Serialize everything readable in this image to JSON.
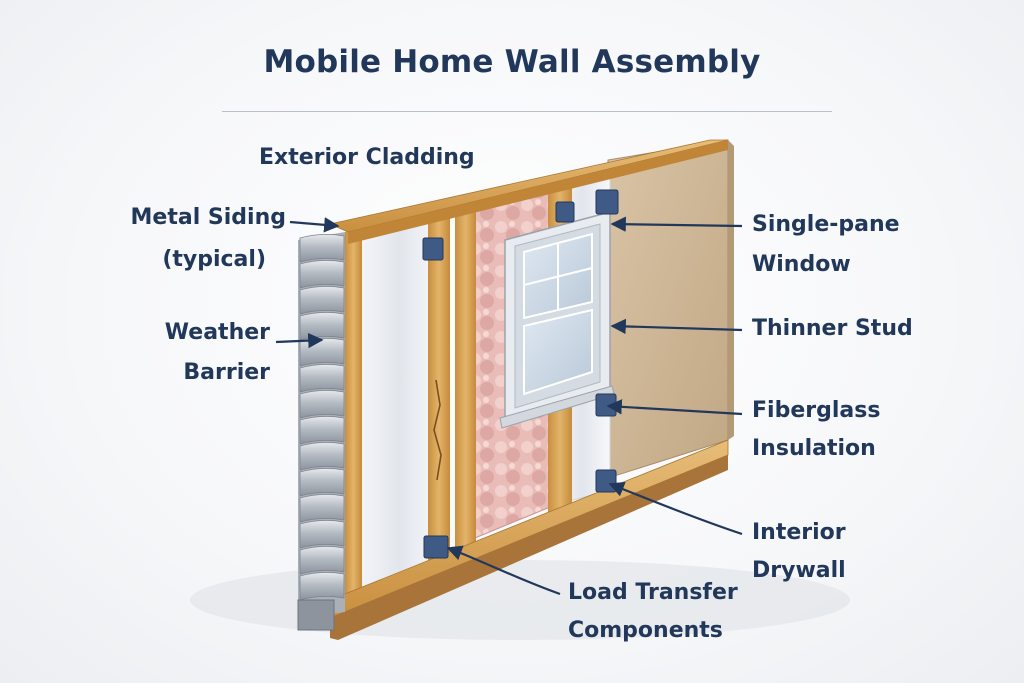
{
  "title": "Mobile Home Wall Assembly",
  "labels": {
    "exterior_cladding": "Exterior Cladding",
    "metal_siding_1": "Metal Siding",
    "metal_siding_2": "(typical)",
    "weather_1": "Weather",
    "weather_2": "Barrier",
    "single_pane_1": "Single-pane",
    "single_pane_2": "Window",
    "thinner_stud": "Thinner Stud",
    "fiberglass_1": "Fiberglass",
    "fiberglass_2": "Insulation",
    "interior_1": "Interior",
    "interior_2": "Drywall",
    "load_1": "Load Transfer",
    "load_2": "Components"
  },
  "colors": {
    "text": "#22385a",
    "wood": "#d7a457",
    "insulation": "#e8b9b6",
    "drywall": "#cdb594",
    "barrier": "#eef1f4",
    "siding": "#b9bec5",
    "bracket": "#3e5a85"
  }
}
